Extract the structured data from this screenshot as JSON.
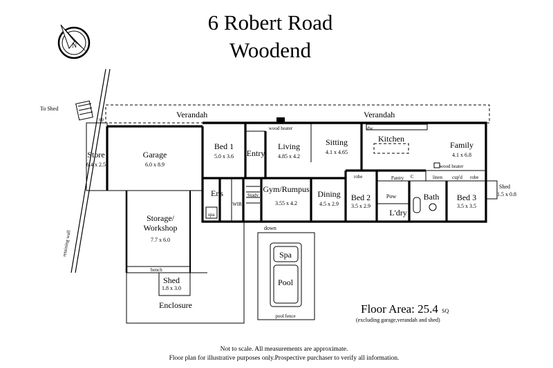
{
  "title": {
    "line1": "6 Robert Road",
    "line2": "Woodend"
  },
  "labels": {
    "to_shed": "To Shed",
    "up": "up",
    "down": "down",
    "retaining_wall": "retaining wall",
    "verandah": "Verandah",
    "wood_heater": "wood heater",
    "dw": "dw",
    "pantry": "Pantry",
    "c": "C",
    "linen": "linen",
    "cupd": "cup'd",
    "robe": "robe",
    "spa": "spa",
    "bench": "bench",
    "pool_fence": "pool fence"
  },
  "rooms": {
    "store": {
      "name": "Store",
      "dim": "6.4 x 2.5"
    },
    "garage": {
      "name": "Garage",
      "dim": "6.0 x 8.9"
    },
    "bed1": {
      "name": "Bed 1",
      "dim": "5.0 x 3.6"
    },
    "entry": {
      "name": "Entry"
    },
    "living": {
      "name": "Living",
      "dim": "4.85 x 4.2"
    },
    "sitting": {
      "name": "Sitting",
      "dim": "4.1 x 4.65"
    },
    "kitchen": {
      "name": "Kitchen"
    },
    "family": {
      "name": "Family",
      "dim": "4.1 x 6.8"
    },
    "ens": {
      "name": "Ens"
    },
    "wir": {
      "name": "WIR"
    },
    "study": {
      "name": "Study"
    },
    "gym": {
      "name": "Gym/Rumpus",
      "dim": "3.55 x 4.2"
    },
    "dining": {
      "name": "Dining",
      "dim": "4.5 x 2.9"
    },
    "bed2": {
      "name": "Bed 2",
      "dim": "3.5 x 2.9"
    },
    "pow": {
      "name": "Pow"
    },
    "ldry": {
      "name": "L'dry"
    },
    "bath": {
      "name": "Bath"
    },
    "bed3": {
      "name": "Bed 3",
      "dim": "3.5 x 3.5"
    },
    "shed_side": {
      "name": "Shed",
      "dim": "1.5 x 0.8"
    },
    "storage": {
      "name1": "Storage/",
      "name2": "Workshop",
      "dim": "7.7 x 6.0"
    },
    "shed": {
      "name": "Shed",
      "dim": "1.8 x 3.0"
    },
    "enclosure": {
      "name": "Enclosure"
    },
    "spa_pool": {
      "name": "Spa"
    },
    "pool": {
      "name": "Pool"
    }
  },
  "floor_area": {
    "value": "Floor Area: 25.4",
    "unit": "SQ",
    "note": "(excluding garage,verandah and shed)"
  },
  "footer": {
    "line1": "Not to scale. All measurements are approximate.",
    "line2": "Floor plan for illustrative purposes only.Prospective purchaser to verify all information."
  }
}
